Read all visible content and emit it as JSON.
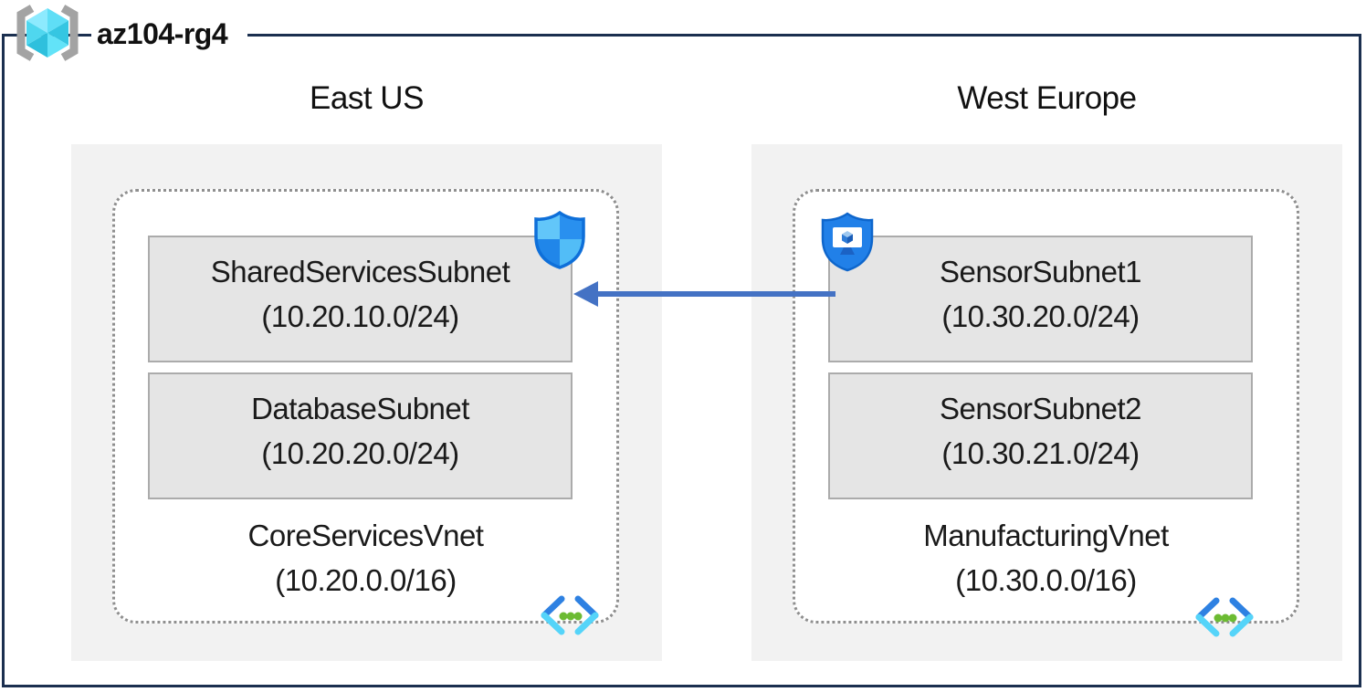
{
  "resource_group": {
    "title": "az104-rg4",
    "icon": "resource-group-brackets-cube-icon"
  },
  "regions": [
    {
      "name": "East US",
      "vnet": {
        "name": "CoreServicesVnet",
        "cidr": "(10.20.0.0/16)",
        "icon": "virtual-network-chevrons-icon",
        "badge_icon": "network-security-group-shield-icon",
        "subnets": [
          {
            "name": "SharedServicesSubnet",
            "cidr": "(10.20.10.0/24)"
          },
          {
            "name": "DatabaseSubnet",
            "cidr": "(10.20.20.0/24)"
          }
        ]
      }
    },
    {
      "name": "West Europe",
      "vnet": {
        "name": "ManufacturingVnet",
        "cidr": "(10.30.0.0/16)",
        "icon": "virtual-network-chevrons-icon",
        "badge_icon": "application-security-group-shield-icon",
        "subnets": [
          {
            "name": "SensorSubnet1",
            "cidr": "(10.30.20.0/24)"
          },
          {
            "name": "SensorSubnet2",
            "cidr": "(10.30.21.0/24)"
          }
        ]
      }
    }
  ],
  "connection": {
    "type": "arrow",
    "from_subnet": "SensorSubnet1",
    "to_subnet": "SharedServicesSubnet",
    "direction": "points-left",
    "color": "#4472c4"
  },
  "colors": {
    "frame_border": "#1b2f4f",
    "region_background": "#f2f2f2",
    "vnet_background": "#ffffff",
    "vnet_dotted_border": "#8f8f8f",
    "subnet_background": "#e5e5e5",
    "subnet_border": "#ababab",
    "arrow_blue": "#4472c4",
    "icon_cyan_light": "#8deafe",
    "icon_cyan": "#50e6ff",
    "icon_cyan_dark": "#32bedd",
    "shield_blue_light": "#62c6f9",
    "shield_blue": "#2990ef",
    "shield_outline": "#0e6fd9",
    "asg_shield_fill": "#2180e8",
    "vnet_chevron_dark": "#2e81e2",
    "vnet_chevron_light": "#55d4f9",
    "vnet_dot_green": "#6cbb33",
    "bracket_gray": "#a3a3a3"
  }
}
